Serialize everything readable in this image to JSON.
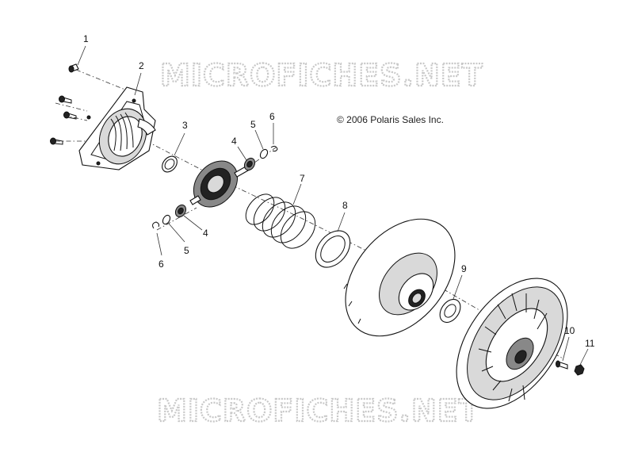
{
  "copyright": "© 2006 Polaris Sales Inc.",
  "watermark": "MICROFICHES.NET",
  "callouts": [
    {
      "id": "c1",
      "label": "1"
    },
    {
      "id": "c2",
      "label": "2"
    },
    {
      "id": "c3",
      "label": "3"
    },
    {
      "id": "c4a",
      "label": "4"
    },
    {
      "id": "c5a",
      "label": "5"
    },
    {
      "id": "c6a",
      "label": "6"
    },
    {
      "id": "c7",
      "label": "7"
    },
    {
      "id": "c8",
      "label": "8"
    },
    {
      "id": "c4b",
      "label": "4"
    },
    {
      "id": "c5b",
      "label": "5"
    },
    {
      "id": "c6b",
      "label": "6"
    },
    {
      "id": "c9",
      "label": "9"
    },
    {
      "id": "c10",
      "label": "10"
    },
    {
      "id": "c11",
      "label": "11"
    }
  ]
}
